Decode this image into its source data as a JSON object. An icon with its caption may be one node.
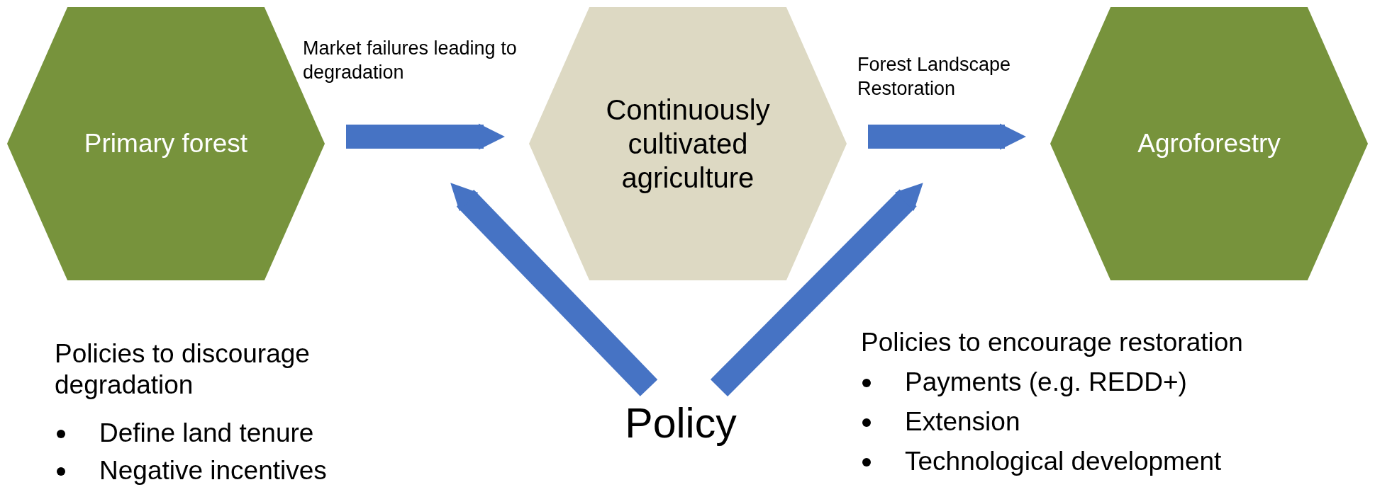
{
  "diagram": {
    "nodes": [
      {
        "text": [
          "Primary forest"
        ]
      },
      {
        "text": [
          "Continuously cultivated agriculture"
        ]
      },
      {
        "text": [
          "Agroforestry"
        ]
      },
      {
        "text": [
          "Policy"
        ]
      }
    ],
    "edges": [
      {
        "from": 0,
        "to": 1,
        "arrow": "to",
        "label": "Market failures leading to degradation"
      },
      {
        "from": 1,
        "to": 2,
        "arrow": "to",
        "label": "Forest Landscape Restoration"
      },
      {
        "from": 3,
        "to": 1,
        "arrow": "to"
      },
      {
        "from": 3,
        "to": 1,
        "arrow": "to"
      }
    ],
    "labels": [
      "Policies to discourage degradation",
      "Define land tenure",
      "Negative incentives",
      "Policies to encourage restoration",
      "Payments (e.g. REDD+)",
      "Extension",
      "Technological development"
    ]
  }
}
